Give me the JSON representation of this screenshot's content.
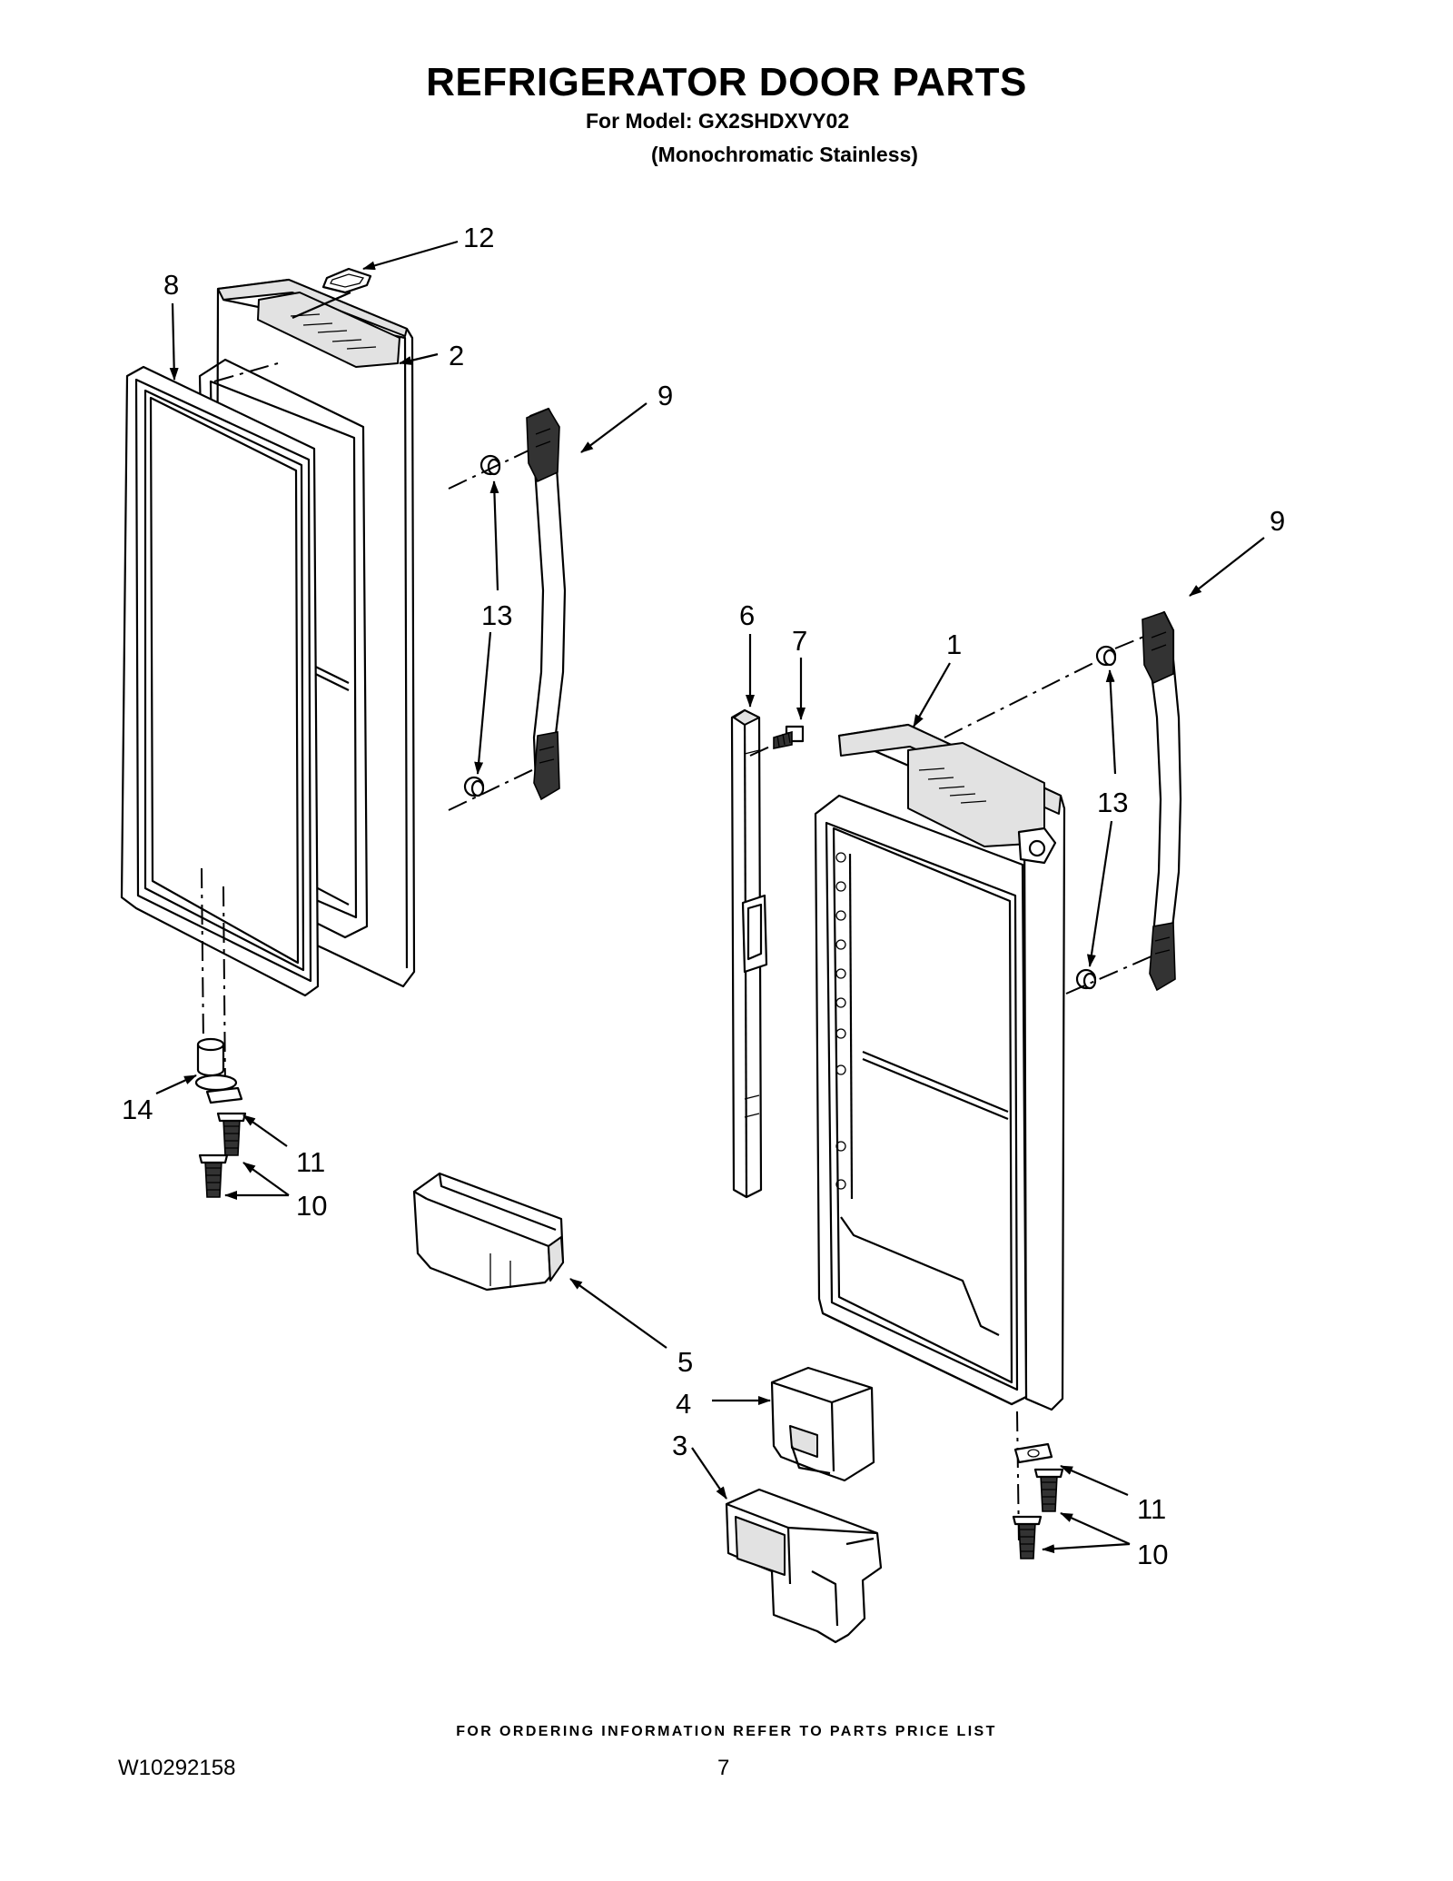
{
  "header": {
    "title": "REFRIGERATOR DOOR PARTS",
    "model_line": "For Model: GX2SHDXVY02",
    "finish_line": "(Monochromatic Stainless)"
  },
  "callouts": {
    "c1": "1",
    "c2": "2",
    "c3": "3",
    "c4": "4",
    "c5": "5",
    "c6": "6",
    "c7": "7",
    "c8": "8",
    "c9": "9",
    "c10": "10",
    "c11": "11",
    "c12": "12",
    "c13": "13",
    "c14": "14"
  },
  "footer": {
    "ordering_note": "FOR ORDERING INFORMATION REFER TO PARTS PRICE LIST",
    "document_number": "W10292158",
    "page_number": "7"
  }
}
